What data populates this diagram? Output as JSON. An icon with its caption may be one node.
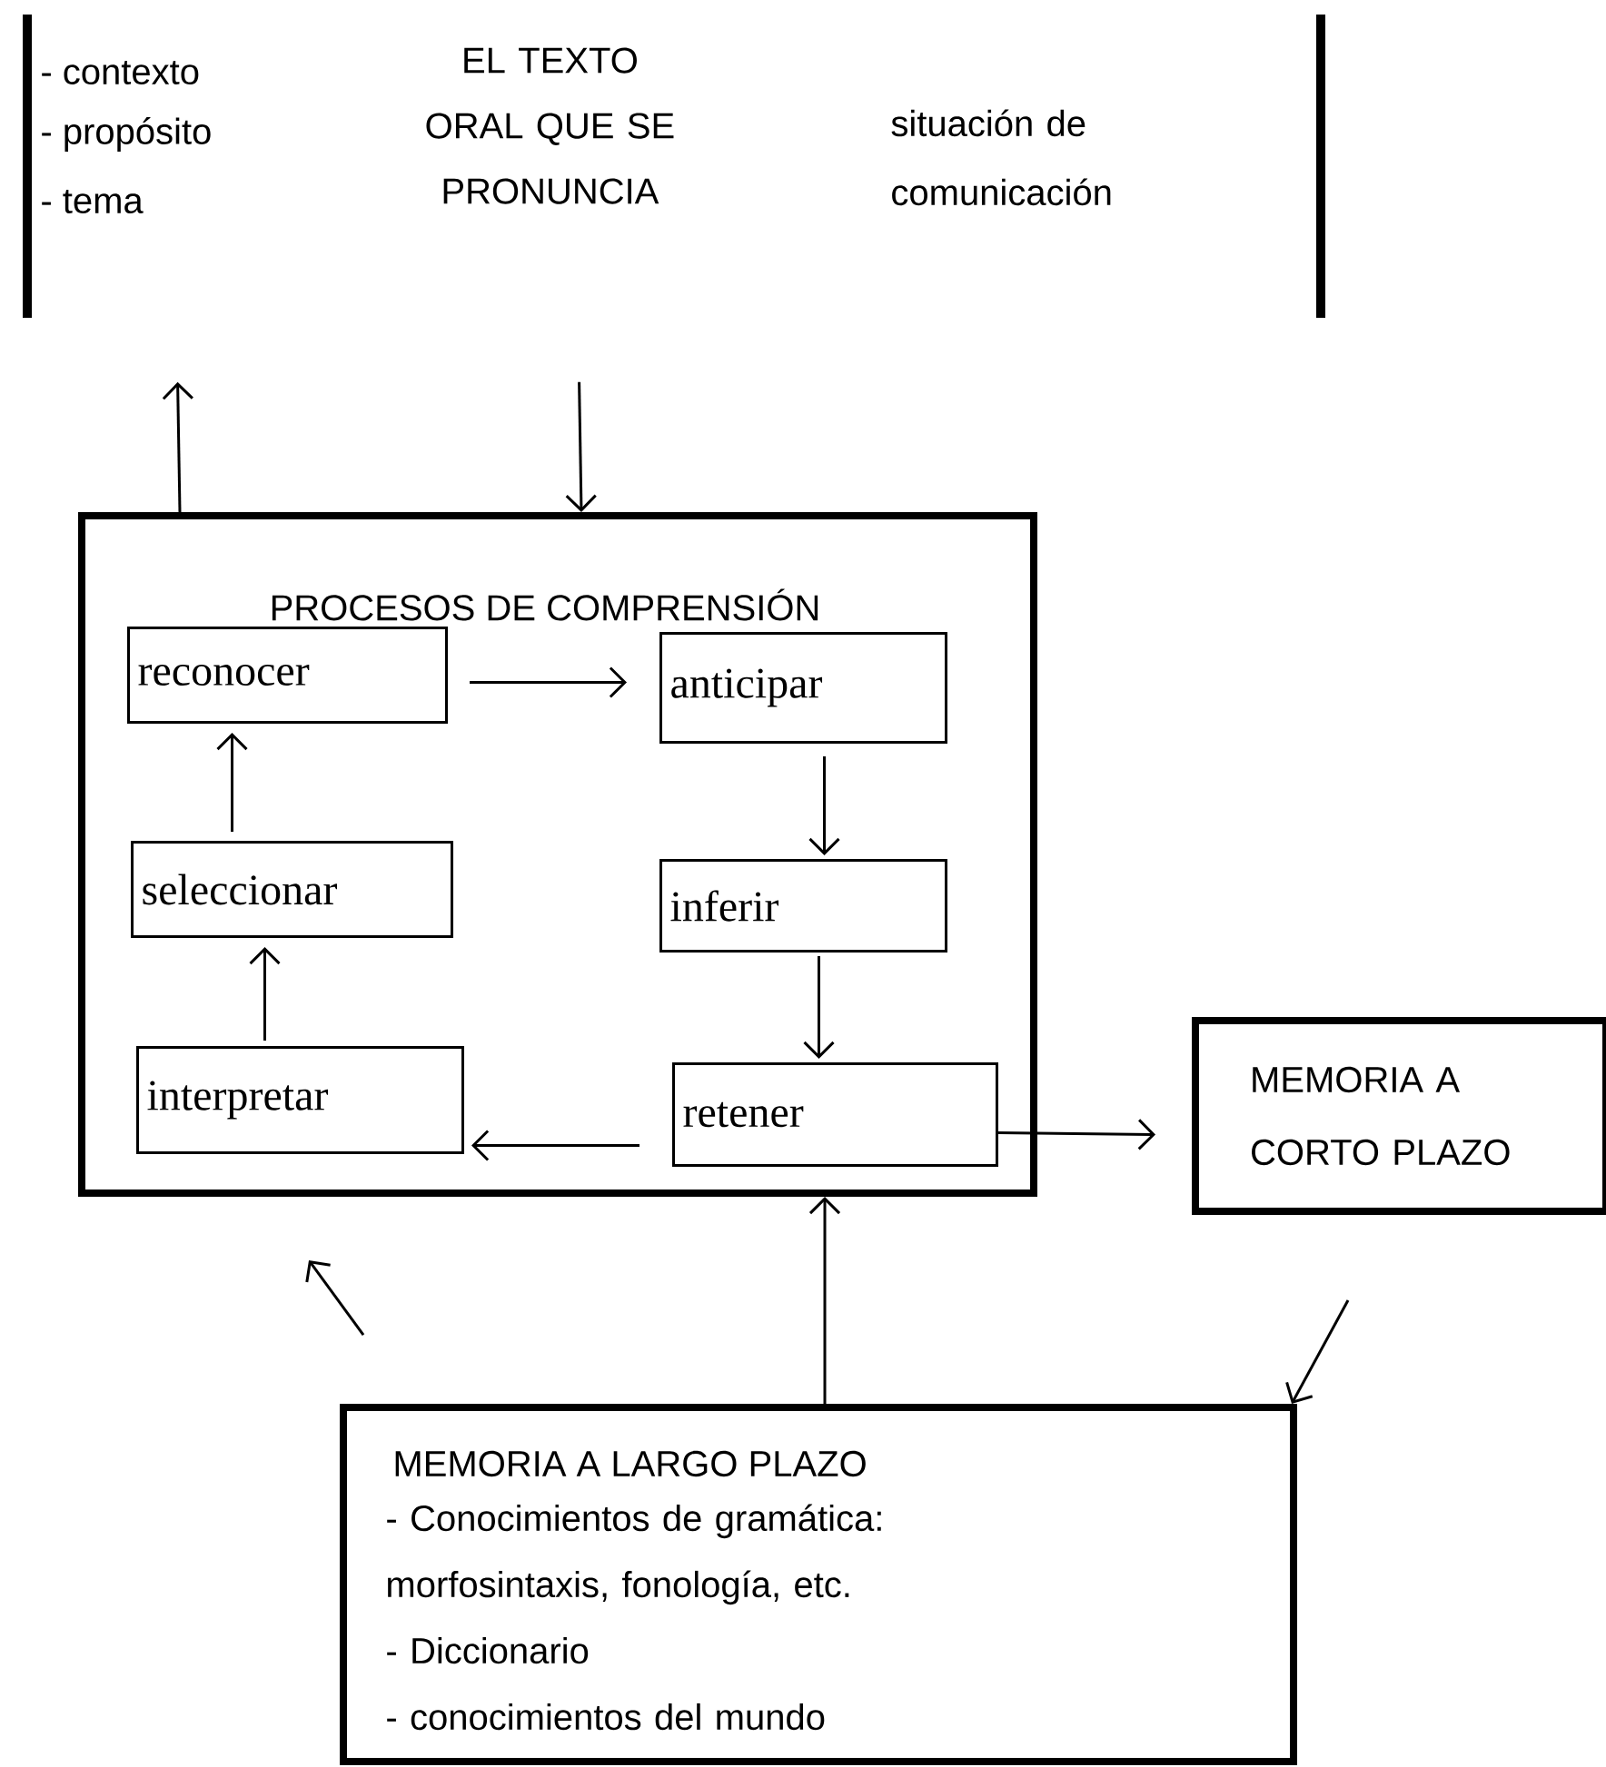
{
  "diagram": {
    "nodes": [
      {
        "text": [
          "- contexto",
          "- propósito",
          "- tema",
          "EL TEXTO ORAL QUE SE PRONUNCIA",
          "situación de comunicación"
        ]
      },
      {
        "text": [
          "PROCESOS DE COMPRENSIÓN"
        ]
      },
      {
        "text": [
          "reconocer"
        ],
        "in": 1
      },
      {
        "text": [
          "anticipar"
        ],
        "in": 1
      },
      {
        "text": [
          "seleccionar"
        ],
        "in": 1
      },
      {
        "text": [
          "inferir"
        ],
        "in": 1
      },
      {
        "text": [
          "interpretar"
        ],
        "in": 1
      },
      {
        "text": [
          "retener"
        ],
        "in": 1
      },
      {
        "text": [
          "MEMORIA A CORTO PLAZO"
        ]
      },
      {
        "text": [
          "MEMORIA A LARGO PLAZO",
          "- Conocimientos de gramática: morfosintaxis, fonología, etc.",
          "- Diccionario",
          "- conocimientos del mundo"
        ]
      }
    ],
    "edges": [
      {
        "from": 1,
        "to": 0,
        "arrow": "to"
      },
      {
        "from": 0,
        "to": 1,
        "arrow": "to"
      },
      {
        "from": 2,
        "to": 3,
        "arrow": "to"
      },
      {
        "from": 3,
        "to": 5,
        "arrow": "to"
      },
      {
        "from": 5,
        "to": 7,
        "arrow": "to"
      },
      {
        "from": 7,
        "to": 6,
        "arrow": "to"
      },
      {
        "from": 6,
        "to": 4,
        "arrow": "to"
      },
      {
        "from": 4,
        "to": 2,
        "arrow": "to"
      },
      {
        "from": 7,
        "to": 8,
        "arrow": "to"
      },
      {
        "from": 9,
        "to": 1,
        "arrow": "to"
      },
      {
        "from": 9,
        "to": 1,
        "arrow": "to"
      },
      {
        "from": 8,
        "to": 9,
        "arrow": "to"
      }
    ]
  }
}
